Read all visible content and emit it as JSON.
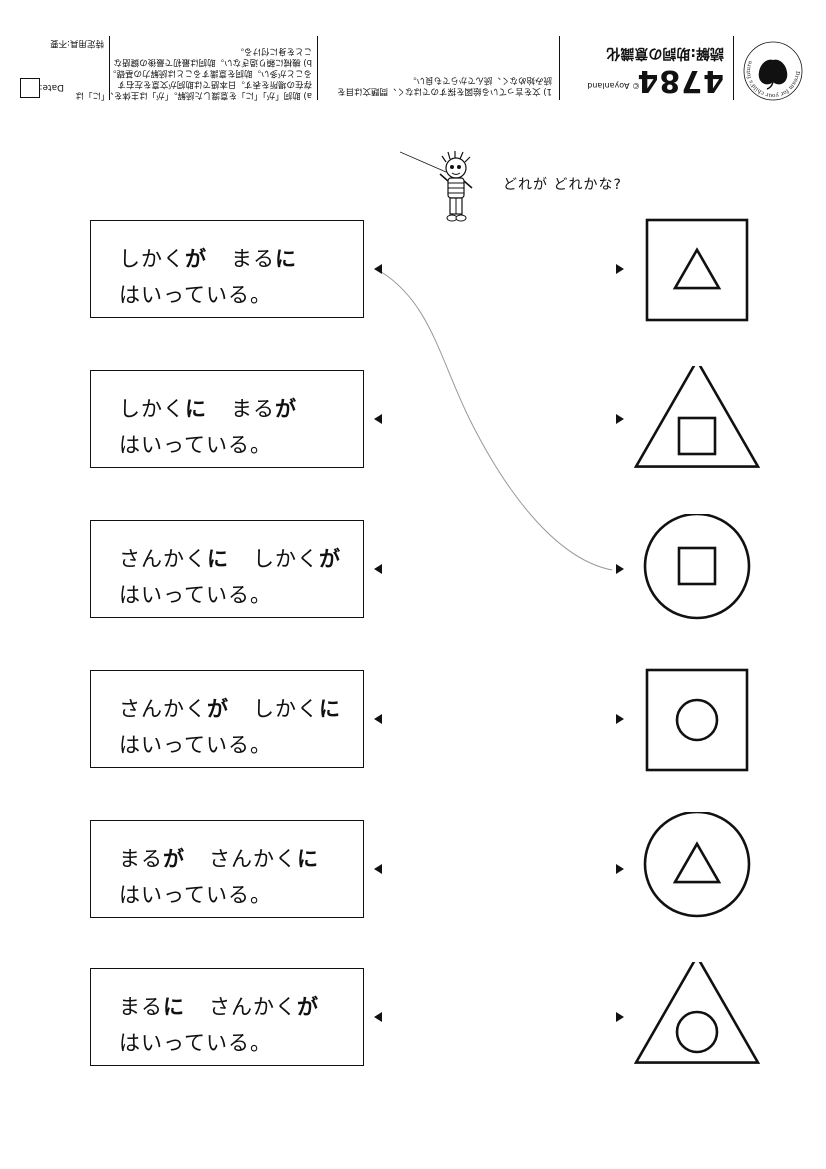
{
  "header": {
    "worksheet_code": "4784",
    "worksheet_title": "読解:助詞の意識化",
    "copyright": "© Aoyanland",
    "logo_text": "Dream for your child's future",
    "notes_left": "1) 文を言っている絵図を探すのではなく、問題文は目を\n読み始めなく、読んでからでも良い。",
    "notes_mid": "a) 助詞「が」「に」を意識した読解。「が」は主体を、「に」は\n存在の場所を表す。日本語では助詞が文意を左右す\nることが多い。助詞を意識することは読解力の基礎。\nb) 機械に頼り過ぎない。助詞は最初で最後の鍵語な\nことを身に付ける。",
    "special_use": "特定用具:不要",
    "date_label": "Date:"
  },
  "prompt": "どれが どれかな?",
  "sentences": [
    {
      "a": "しかく",
      "pa": "が",
      "b": "まる",
      "pb": "に",
      "line2": "はいっている。"
    },
    {
      "a": "しかく",
      "pa": "に",
      "b": "まる",
      "pb": "が",
      "line2": "はいっている。"
    },
    {
      "a": "さんかく",
      "pa": "に",
      "b": "しかく",
      "pb": "が",
      "line2": "はいっている。"
    },
    {
      "a": "さんかく",
      "pa": "が",
      "b": "しかく",
      "pb": "に",
      "line2": "はいっている。"
    },
    {
      "a": "まる",
      "pa": "が",
      "b": "さんかく",
      "pb": "に",
      "line2": "はいっている。"
    },
    {
      "a": "まる",
      "pa": "に",
      "b": "さんかく",
      "pb": "が",
      "line2": "はいっている。"
    }
  ],
  "shapes": [
    {
      "outer": "square",
      "inner": "triangle"
    },
    {
      "outer": "triangle",
      "inner": "square"
    },
    {
      "outer": "circle",
      "inner": "square"
    },
    {
      "outer": "square",
      "inner": "circle"
    },
    {
      "outer": "circle",
      "inner": "triangle"
    },
    {
      "outer": "triangle",
      "inner": "circle"
    }
  ],
  "example_match": {
    "sentence_index": 0,
    "shape_index": 2
  }
}
